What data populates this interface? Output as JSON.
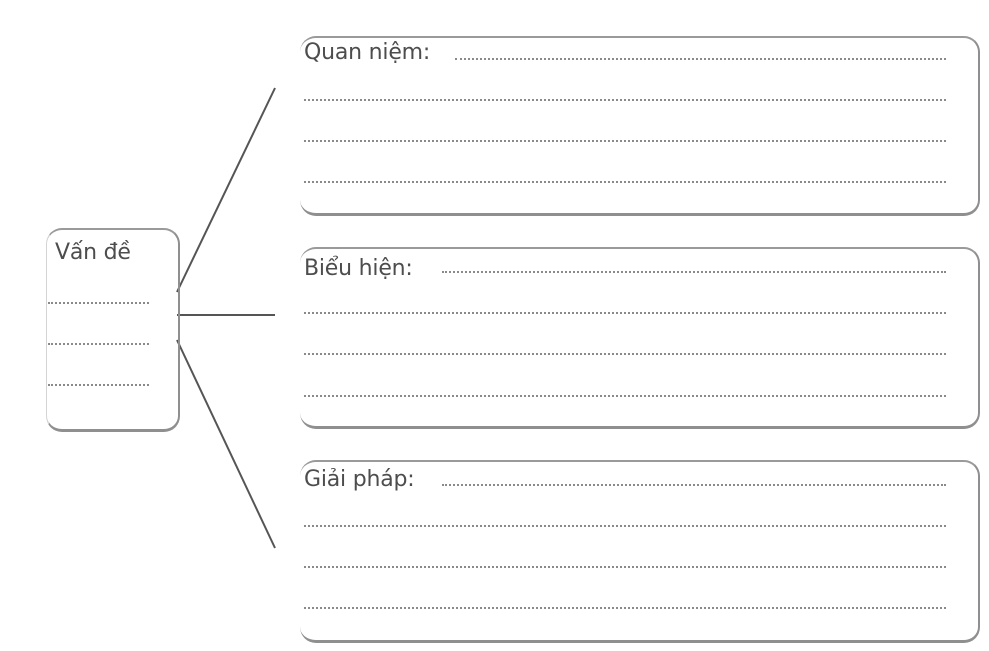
{
  "diagram": {
    "center_label": "Vấn đề",
    "branches": [
      {
        "id": "concept",
        "label": "Quan niệm:"
      },
      {
        "id": "expression",
        "label": "Biểu hiện:"
      },
      {
        "id": "solution",
        "label": "Giải pháp:"
      }
    ]
  }
}
